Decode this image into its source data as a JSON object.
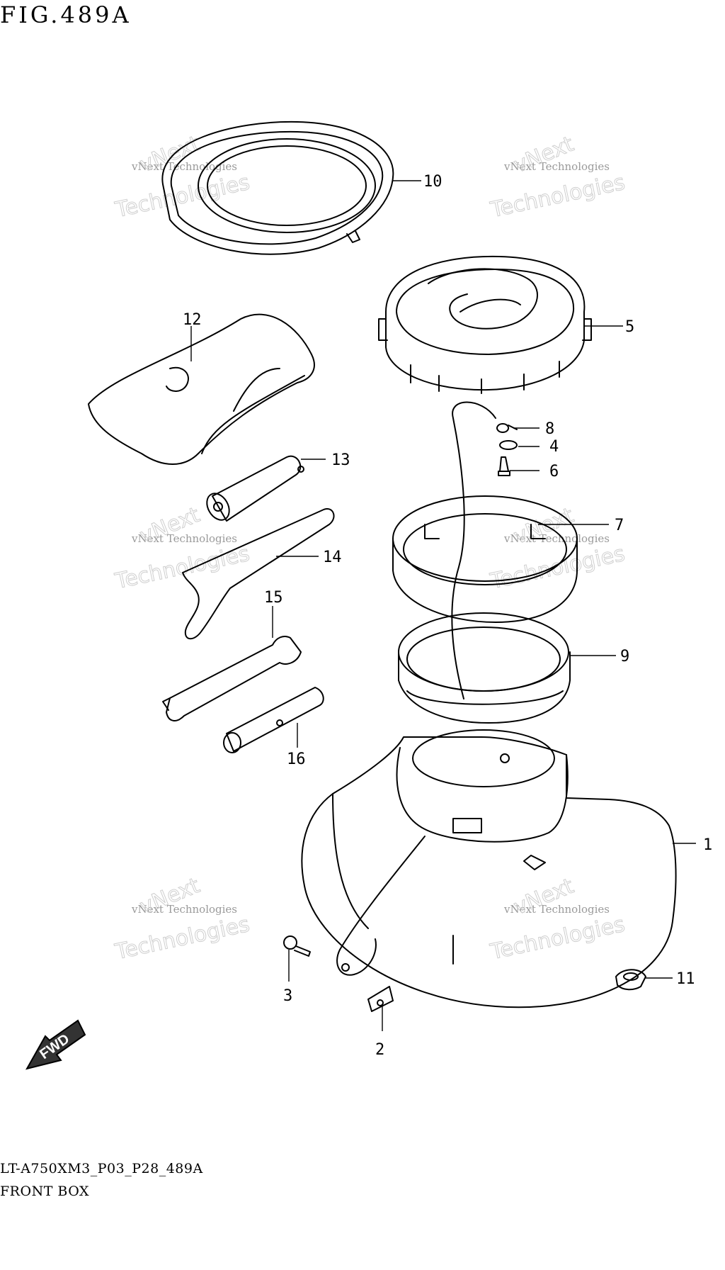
{
  "figure": {
    "title": "FIG.489A"
  },
  "callouts": [
    "1",
    "2",
    "3",
    "4",
    "5",
    "6",
    "7",
    "8",
    "9",
    "10",
    "11",
    "12",
    "13",
    "14",
    "15",
    "16"
  ],
  "direction_badge": "FWD",
  "watermark": {
    "line1": "vNext Technologies",
    "line2": "vNext",
    "line3": "Technologies"
  },
  "footer": {
    "code": "LT-A750XM3_P03_P28_489A",
    "name": "FRONT BOX"
  }
}
